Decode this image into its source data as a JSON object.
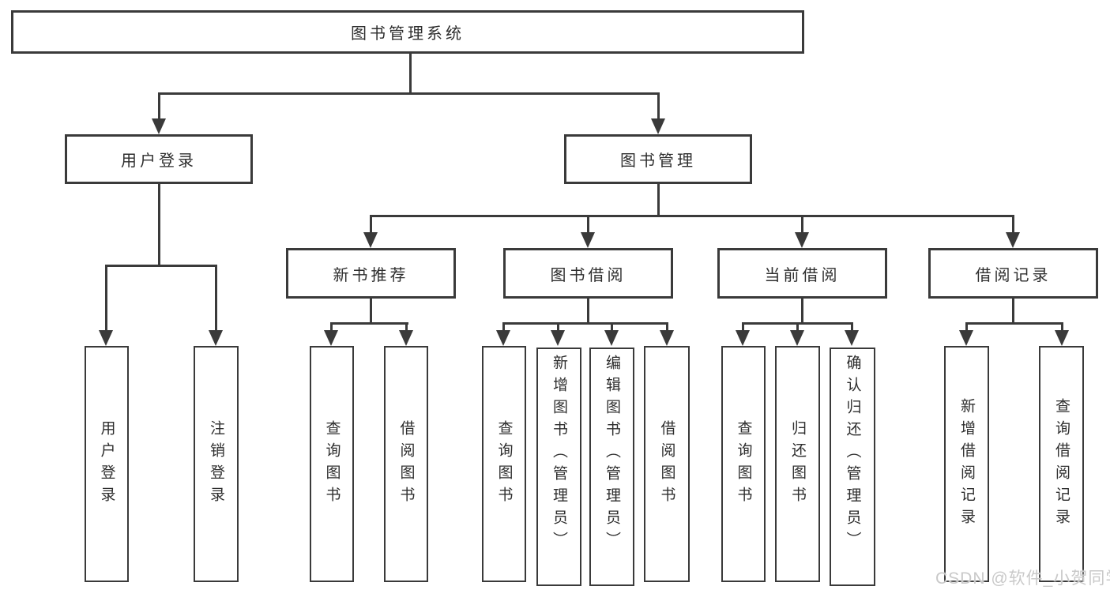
{
  "root": {
    "label": "图书管理系统"
  },
  "branches": {
    "user_login": {
      "label": "用户登录",
      "children": [
        {
          "label": "用户登录"
        },
        {
          "label": "注销登录"
        }
      ]
    },
    "book_management": {
      "label": "图书管理",
      "sections": [
        {
          "label": "新书推荐",
          "children": [
            {
              "label": "查询图书"
            },
            {
              "label": "借阅图书"
            }
          ]
        },
        {
          "label": "图书借阅",
          "children": [
            {
              "label": "查询图书"
            },
            {
              "label": "新增图书（管理员）"
            },
            {
              "label": "编辑图书（管理员）"
            },
            {
              "label": "借阅图书"
            }
          ]
        },
        {
          "label": "当前借阅",
          "children": [
            {
              "label": "查询图书"
            },
            {
              "label": "归还图书"
            },
            {
              "label": "确认归还（管理员）"
            }
          ]
        },
        {
          "label": "借阅记录",
          "children": [
            {
              "label": "新增借阅记录"
            },
            {
              "label": "查询借阅记录"
            }
          ]
        }
      ]
    }
  },
  "watermark": "CSDN @软件_小贺同学",
  "colors": {
    "line": "#3a3a3a",
    "text": "#2e2e2e",
    "watermark": "#c9c9c9",
    "background": "#ffffff"
  }
}
